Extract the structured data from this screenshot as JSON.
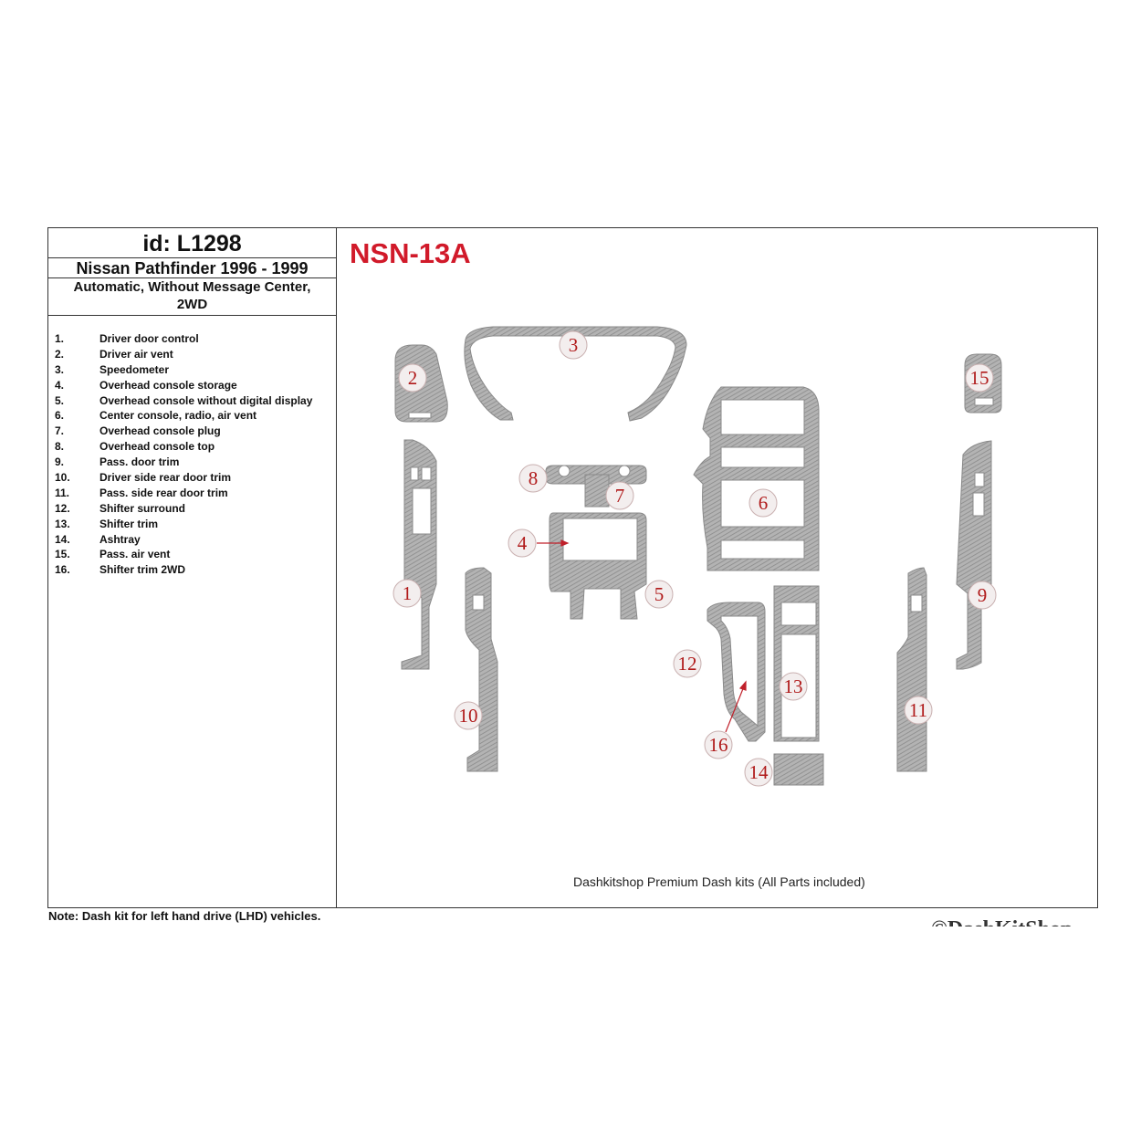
{
  "header": {
    "id_label": "id: L1298",
    "model": "Nissan Pathfinder 1996 - 1999",
    "variant_line1": "Automatic, Without Message Center,",
    "variant_line2": "2WD"
  },
  "kit_code": "NSN-13A",
  "parts": [
    {
      "num": "1.",
      "name": "Driver door control"
    },
    {
      "num": "2.",
      "name": "Driver air vent"
    },
    {
      "num": "3.",
      "name": "Speedometer"
    },
    {
      "num": "4.",
      "name": "Overhead console storage"
    },
    {
      "num": "5.",
      "name": "Overhead console without digital display"
    },
    {
      "num": "6.",
      "name": "Center console, radio, air vent"
    },
    {
      "num": "7.",
      "name": "Overhead console plug"
    },
    {
      "num": "8.",
      "name": "Overhead console top"
    },
    {
      "num": "9.",
      "name": "Pass. door trim"
    },
    {
      "num": "10.",
      "name": "Driver side rear door trim"
    },
    {
      "num": "11.",
      "name": "Pass. side rear door trim"
    },
    {
      "num": "12.",
      "name": "Shifter surround"
    },
    {
      "num": "13.",
      "name": "Shifter trim"
    },
    {
      "num": "14.",
      "name": "Ashtray"
    },
    {
      "num": "15.",
      "name": "Pass. air vent"
    },
    {
      "num": "16.",
      "name": "Shifter trim 2WD"
    }
  ],
  "diagram_callouts": [
    "1",
    "2",
    "3",
    "4",
    "5",
    "6",
    "7",
    "8",
    "9",
    "10",
    "11",
    "12",
    "13",
    "14",
    "15",
    "16"
  ],
  "footer_text": "Dashkitshop Premium Dash kits (All Parts included)",
  "note": "Note: Dash kit for left hand drive (LHD)  vehicles.",
  "logo_text": "©DashKitShop",
  "colors": {
    "accent": "#d11a2a",
    "part_fill": "#a9a9a9",
    "callout_number": "#b01a1a"
  }
}
